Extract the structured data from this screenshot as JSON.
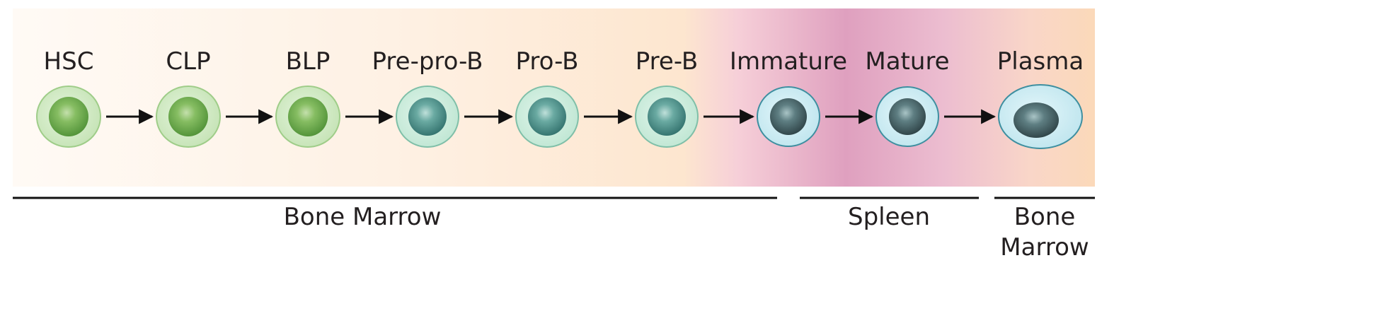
{
  "stages": [
    {
      "label": "HSC",
      "cell": "green-cell"
    },
    {
      "label": "CLP",
      "cell": "green-cell"
    },
    {
      "label": "BLP",
      "cell": "green-cell"
    },
    {
      "label": "Pre-pro-B",
      "cell": "teal-cell"
    },
    {
      "label": "Pro-B",
      "cell": "teal-cell"
    },
    {
      "label": "Pre-B",
      "cell": "teal-cell"
    },
    {
      "label": "Immature",
      "cell": "blue-cell"
    },
    {
      "label": "Mature",
      "cell": "blue-cell"
    },
    {
      "label": "Plasma",
      "cell": "plasma-cell"
    }
  ],
  "locations": [
    {
      "lines": [
        "Bone Marrow"
      ]
    },
    {
      "lines": [
        "Spleen"
      ]
    },
    {
      "lines": [
        "Bone",
        "Marrow"
      ]
    }
  ],
  "colors": {
    "background_peach": "#fde9d6",
    "background_pink": "#e3a6c3",
    "green_membrane": "#d2ebc7",
    "green_nucleus": "#7cb55a",
    "teal_membrane": "#cfeedd",
    "teal_nucleus": "#5a9e96",
    "blue_membrane": "#cfeef5",
    "blue_nucleus": "#4f6e72",
    "arrow": "#111111",
    "text": "#231f20"
  }
}
